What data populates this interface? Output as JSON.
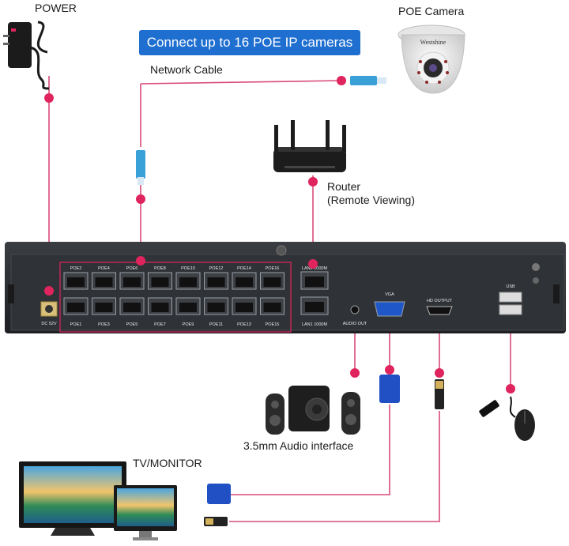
{
  "banner": {
    "text": "Connect up to 16 POE IP cameras"
  },
  "labels": {
    "power": "POWER",
    "poe_camera": "POE Camera",
    "camera_brand": "Westshine",
    "network_cable": "Network Cable",
    "router_line1": "Router",
    "router_line2": "(Remote Viewing)",
    "audio_interface": "3.5mm Audio interface",
    "tv_monitor": "TV/MONITOR"
  },
  "nvr": {
    "poe_top_labels": [
      "POE2",
      "POE4",
      "POE6",
      "POE8",
      "POE10",
      "POE12",
      "POE14",
      "POE16"
    ],
    "poe_bottom_labels": [
      "POE1",
      "POE3",
      "POE5",
      "POE7",
      "POE9",
      "POE11",
      "POE13",
      "POE15"
    ],
    "dc_label": "DC 52V",
    "lan_top": "LAN2 1000M",
    "lan_bottom": "LAN1 1000M",
    "audio_out": "AUDIO OUT",
    "vga": "VGA",
    "hd_output": "HD OUTPUT",
    "usb": "USB"
  },
  "colors": {
    "connector_dot": "#e0245e",
    "connector_line": "#d94b7a",
    "banner": "#1f6fd0",
    "nvr_body": "#2a2c30",
    "port_highlight": "#e0245e"
  }
}
